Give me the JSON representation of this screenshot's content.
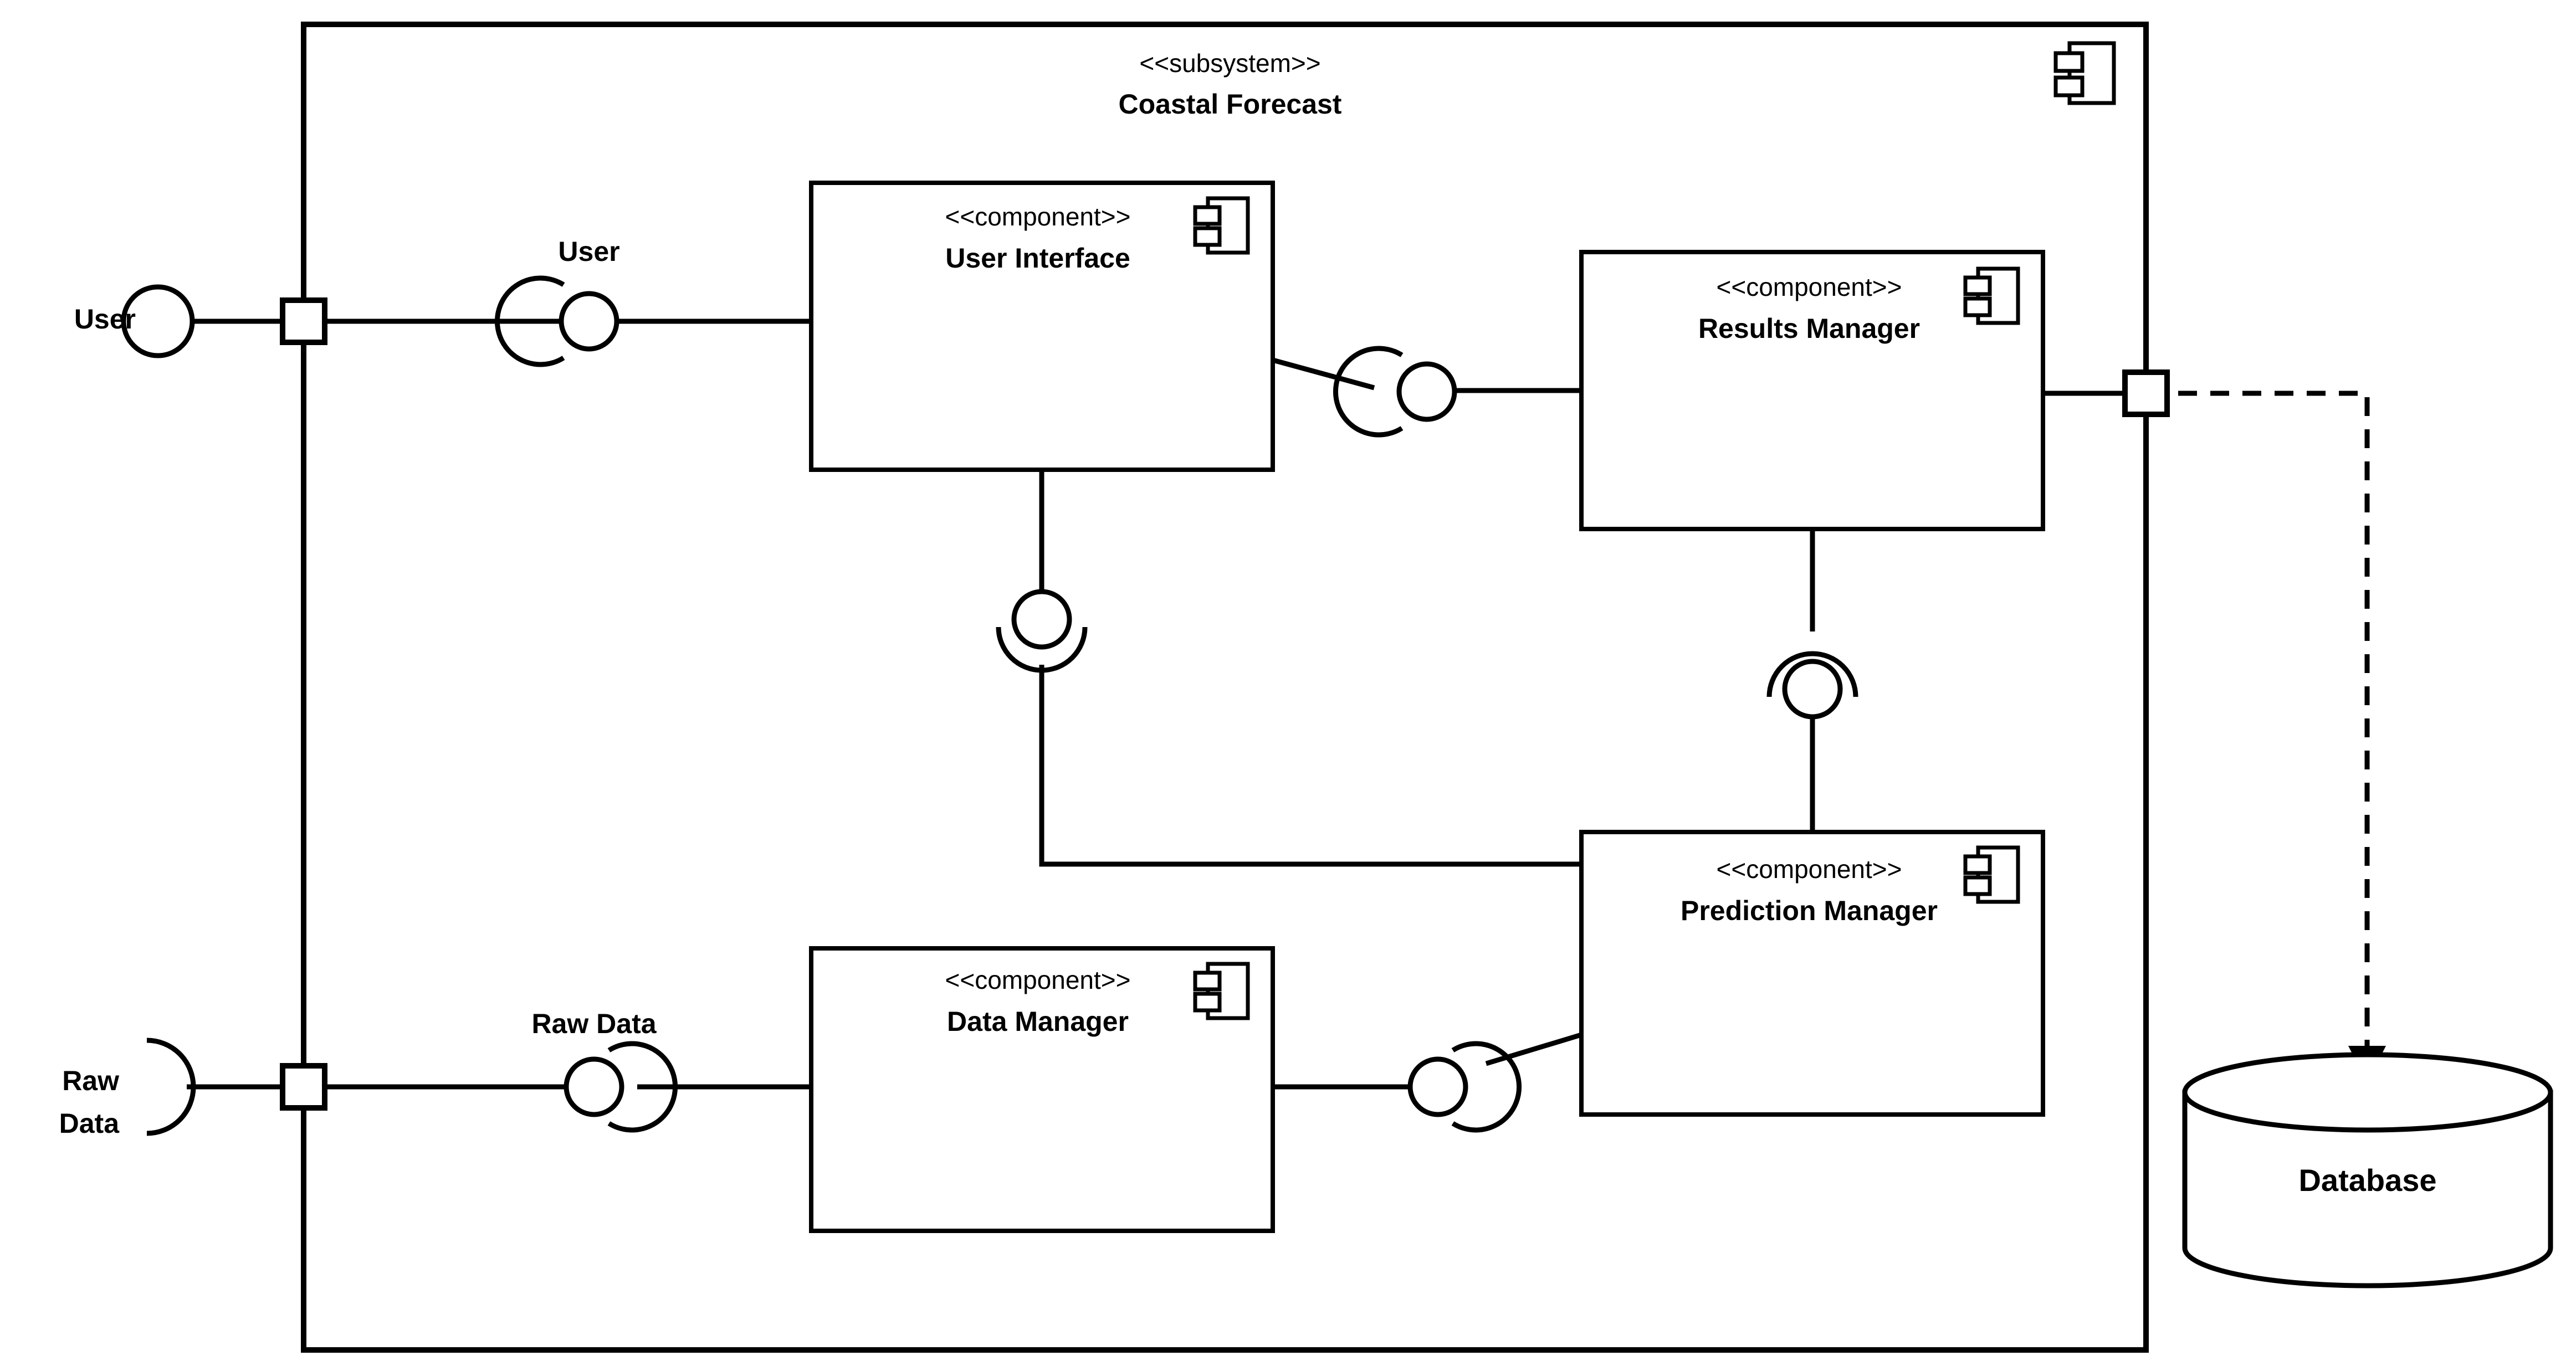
{
  "diagram": {
    "kind": "uml-component-diagram",
    "background_color": "#ffffff",
    "line_color": "#000000"
  },
  "subsystem": {
    "stereotype": "<<subsystem>>",
    "name": "Coastal Forecast",
    "icon": "component-icon"
  },
  "components": [
    {
      "id": "user-interface",
      "stereotype": "<<component>>",
      "name": "User Interface",
      "icon": "component-icon"
    },
    {
      "id": "results-manager",
      "stereotype": "<<component>>",
      "name": "Results Manager",
      "icon": "component-icon"
    },
    {
      "id": "prediction-manager",
      "stereotype": "<<component>>",
      "name": "Prediction Manager",
      "icon": "component-icon"
    },
    {
      "id": "data-manager",
      "stereotype": "<<component>>",
      "name": "Data Manager",
      "icon": "component-icon"
    }
  ],
  "external": {
    "user_actor_label": "User",
    "raw_data_actor_label_line1": "Raw",
    "raw_data_actor_label_line2": "Data",
    "database_label": "Database"
  },
  "interfaces": [
    {
      "id": "user-interface-iface",
      "label": "User"
    },
    {
      "id": "raw-data-iface",
      "label": "Raw Data"
    }
  ],
  "ports": [
    {
      "id": "port-user",
      "name": "user-port"
    },
    {
      "id": "port-raw-data",
      "name": "raw-data-port"
    },
    {
      "id": "port-database",
      "name": "database-port"
    }
  ]
}
